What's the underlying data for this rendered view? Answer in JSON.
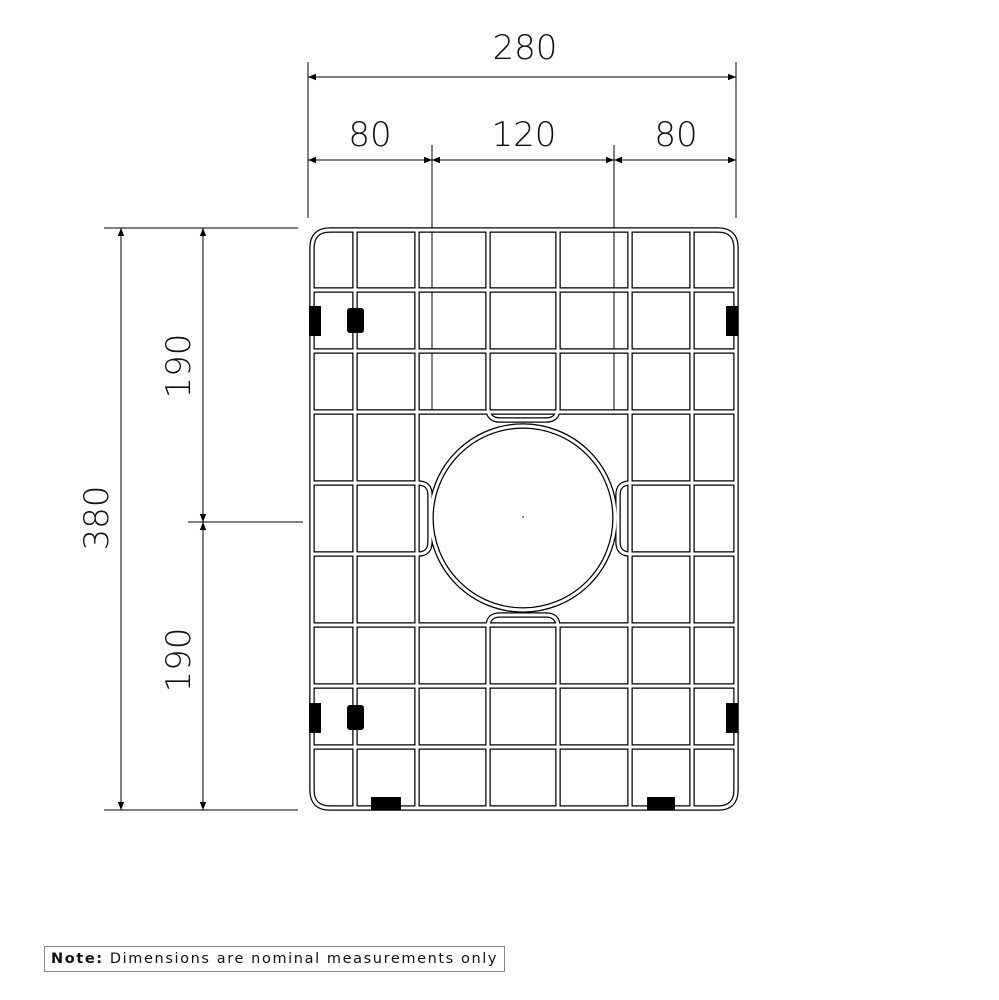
{
  "dimensions": {
    "overall_width": "280",
    "left_width": "80",
    "center_width": "120",
    "right_width": "80",
    "overall_height": "380",
    "upper_height": "190",
    "lower_height": "190"
  },
  "note": {
    "label": "Note:",
    "text": "Dimensions are nominal measurements only"
  },
  "colors": {
    "line": "#000000",
    "background": "#ffffff"
  }
}
